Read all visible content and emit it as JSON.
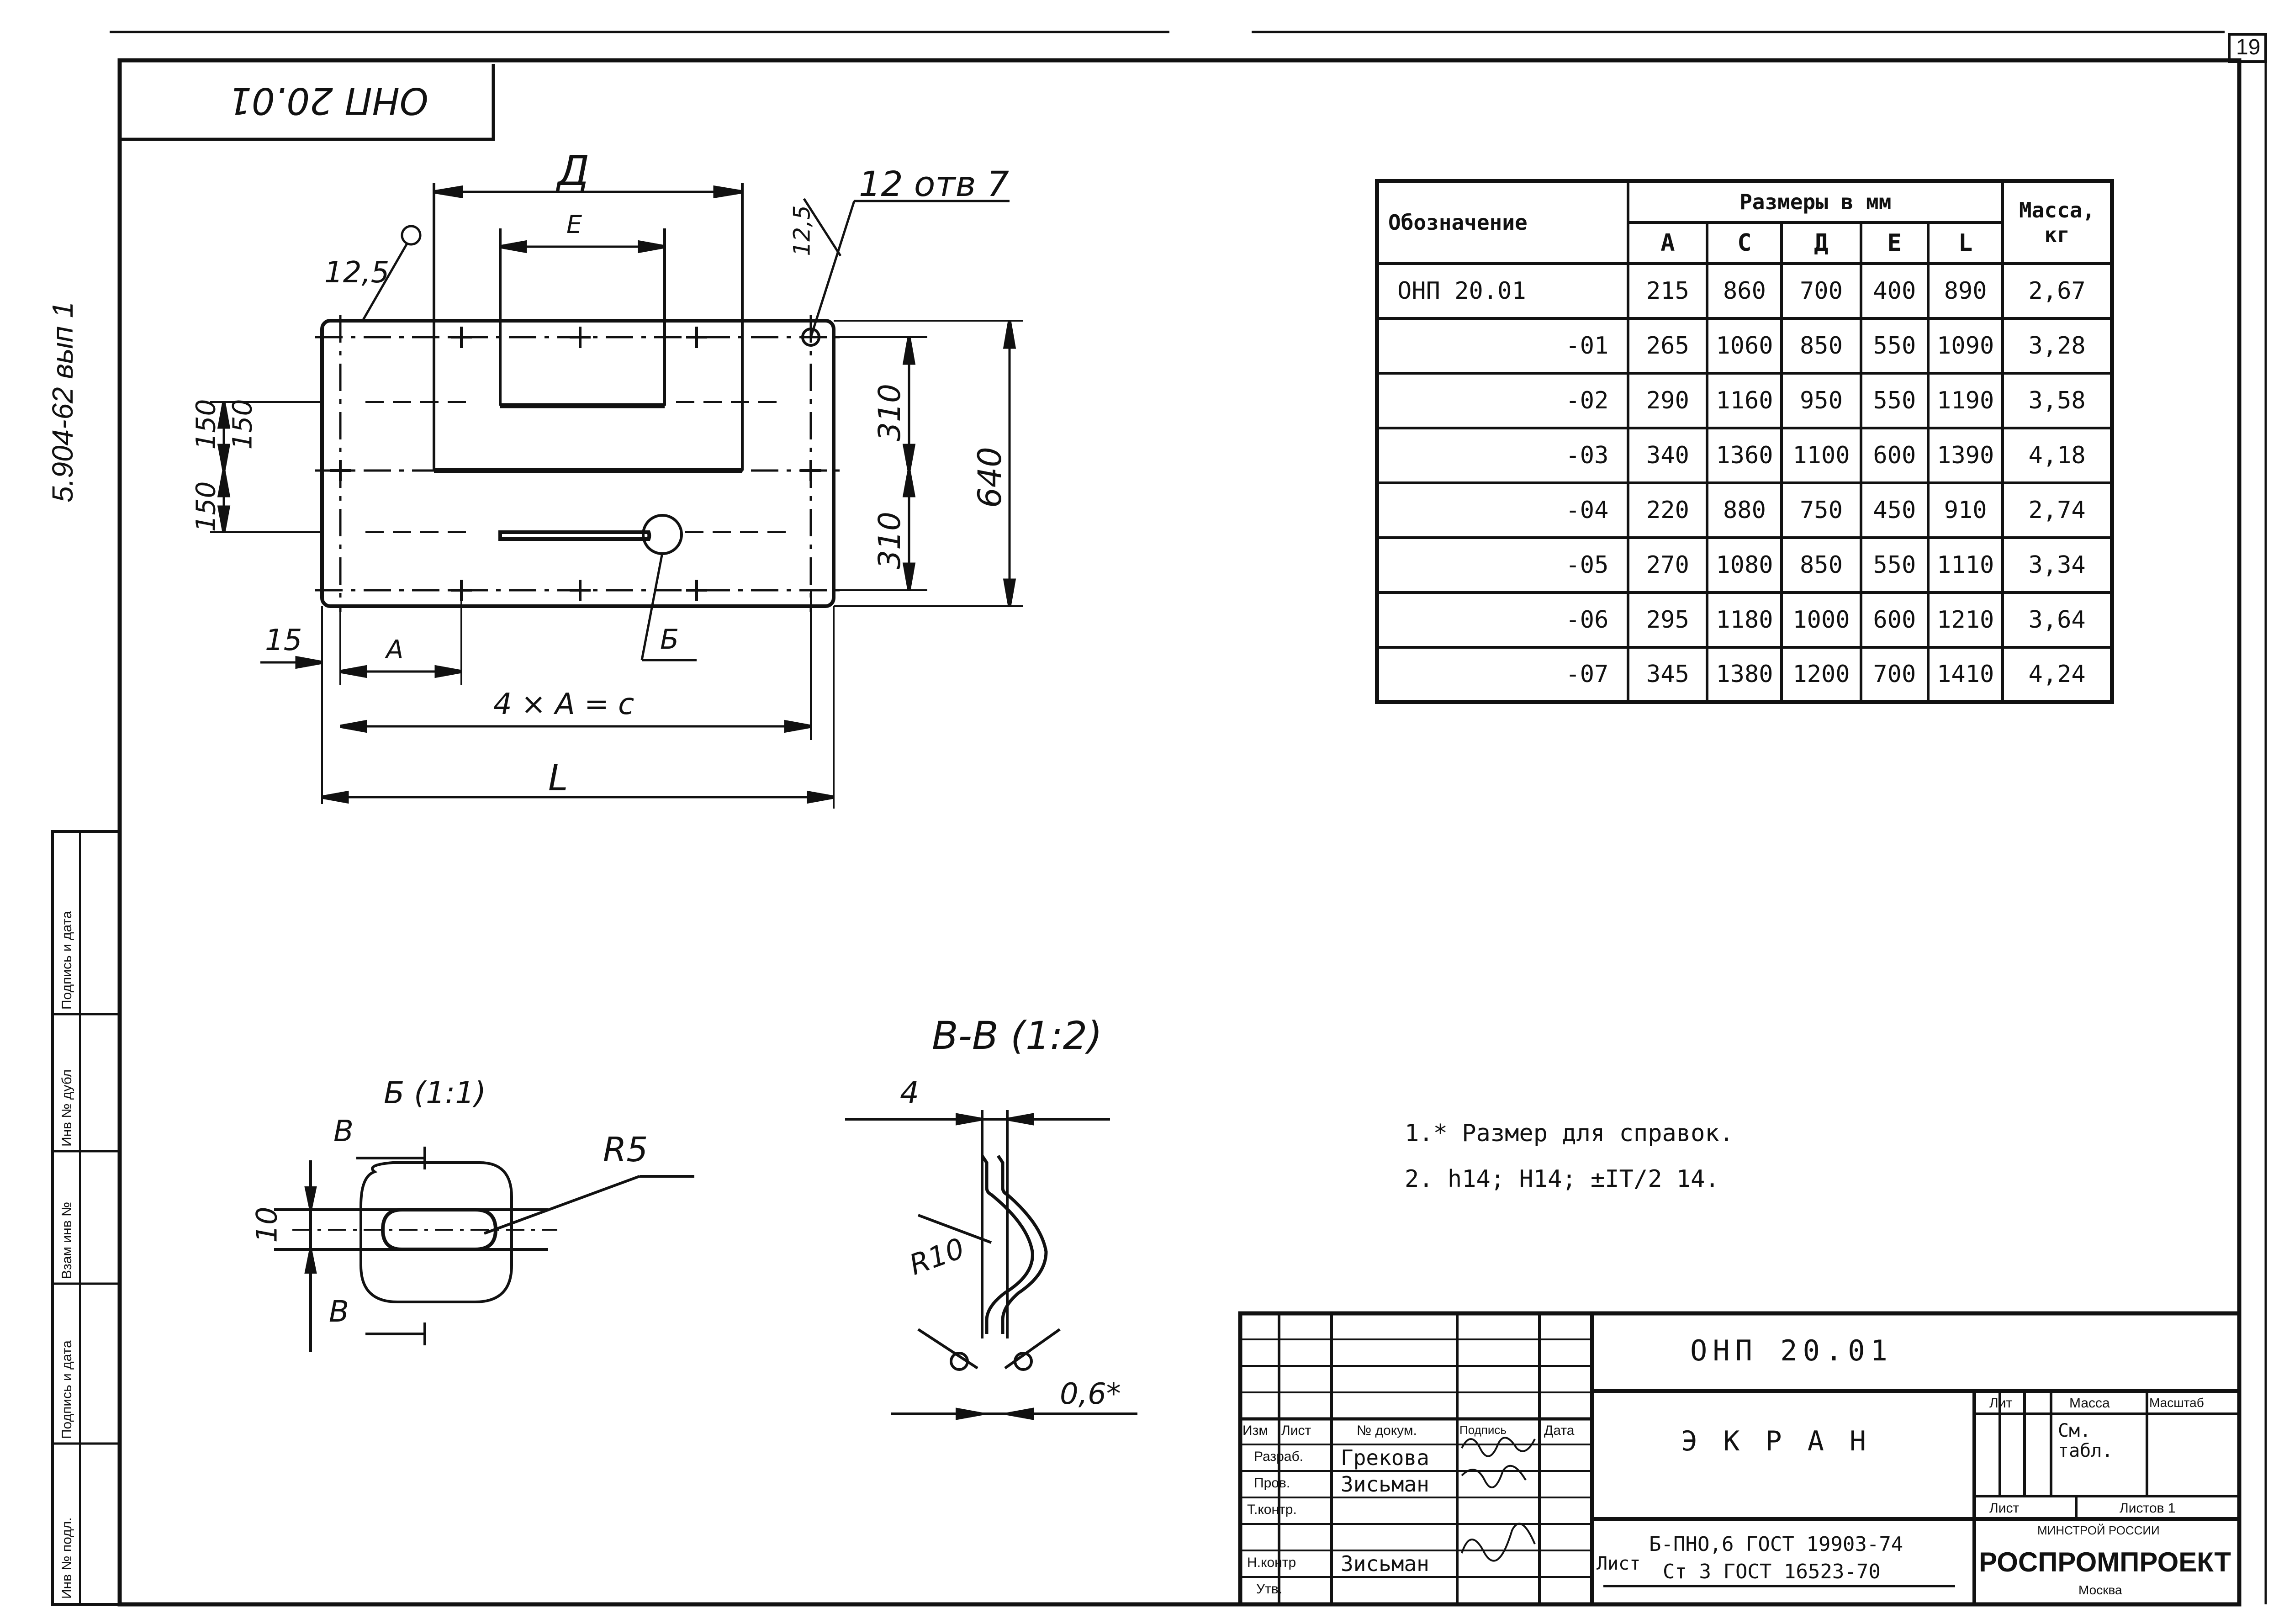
{
  "page_number": "19",
  "stamp_code": "ОНП 20.01",
  "side_code": "5.904-62 вып 1",
  "side_stamp": [
    "Инв № подл.",
    "Подпись и дата",
    "Взам инв №",
    "Инв № дубл",
    "Подпись и дата"
  ],
  "main_view": {
    "dim_D": "Д",
    "dim_E": "E",
    "holes": "12 отв 7",
    "rough_1": "12,5",
    "rough_2": "12,5",
    "dim_150_a": "150",
    "dim_150_b": "150",
    "dim_150_c": "150",
    "dim_310_a": "310",
    "dim_310_b": "310",
    "dim_640": "640",
    "dim_15": "15",
    "dim_A": "А",
    "callout_B": "Б",
    "dim_4xA": "4 × А = с",
    "dim_L": "L"
  },
  "detail_b": {
    "title": "Б (1:1)",
    "radius": "R5",
    "dim_10": "10",
    "cut_top": "В",
    "cut_bottom": "В"
  },
  "section_vv": {
    "title": "В-В (1:2)",
    "dim_4": "4",
    "radius": "R10",
    "thickness": "0,6*"
  },
  "spec_table": {
    "col_designation": "Обозначение",
    "group_sizes": "Размеры в мм",
    "col_mass": "Масса, кг",
    "cols": [
      "А",
      "С",
      "Д",
      "Е",
      "L"
    ],
    "rows": [
      {
        "des": "ОНП 20.01",
        "A": "215",
        "C": "860",
        "D": "700",
        "E": "400",
        "L": "890",
        "mass": "2,67"
      },
      {
        "des": "-01",
        "A": "265",
        "C": "1060",
        "D": "850",
        "E": "550",
        "L": "1090",
        "mass": "3,28"
      },
      {
        "des": "-02",
        "A": "290",
        "C": "1160",
        "D": "950",
        "E": "550",
        "L": "1190",
        "mass": "3,58"
      },
      {
        "des": "-03",
        "A": "340",
        "C": "1360",
        "D": "1100",
        "E": "600",
        "L": "1390",
        "mass": "4,18"
      },
      {
        "des": "-04",
        "A": "220",
        "C": "880",
        "D": "750",
        "E": "450",
        "L": "910",
        "mass": "2,74"
      },
      {
        "des": "-05",
        "A": "270",
        "C": "1080",
        "D": "850",
        "E": "550",
        "L": "1110",
        "mass": "3,34"
      },
      {
        "des": "-06",
        "A": "295",
        "C": "1180",
        "D": "1000",
        "E": "600",
        "L": "1210",
        "mass": "3,64"
      },
      {
        "des": "-07",
        "A": "345",
        "C": "1380",
        "D": "1200",
        "E": "700",
        "L": "1410",
        "mass": "4,24"
      }
    ]
  },
  "notes": [
    "1.* Размер для справок.",
    "2. h14; Н14; ±IT/2 14."
  ],
  "title_block": {
    "designation": "ОНП 20.01",
    "name": "Э К Р А Н",
    "hdr_izm": "Изм",
    "hdr_list": "Лист",
    "hdr_doc": "№ докум.",
    "hdr_sign": "Подпись",
    "hdr_date": "Дата",
    "role_razrab": "Разраб.",
    "role_prov": "Пров.",
    "role_tkontr": "Т.контр.",
    "role_nkontr": "Н.контр",
    "role_utv": "Утв.",
    "name_razrab": "Грекова",
    "name_prov": "Зисьман",
    "name_nkontr": "Зисьман",
    "lit": "Лит",
    "mass": "Масса",
    "scale": "Масштаб",
    "mass_value": "См. табл.",
    "sheet": "Лист",
    "sheets": "Листов 1",
    "material_prefix": "Лист",
    "material_1": "Б-ПНО,6 ГОСТ 19903-74",
    "material_2": "Ст 3 ГОСТ 16523-70",
    "ministry": "МИНСТРОЙ РОССИИ",
    "org": "РОСПРОМПРОЕКТ",
    "city": "Москва"
  }
}
